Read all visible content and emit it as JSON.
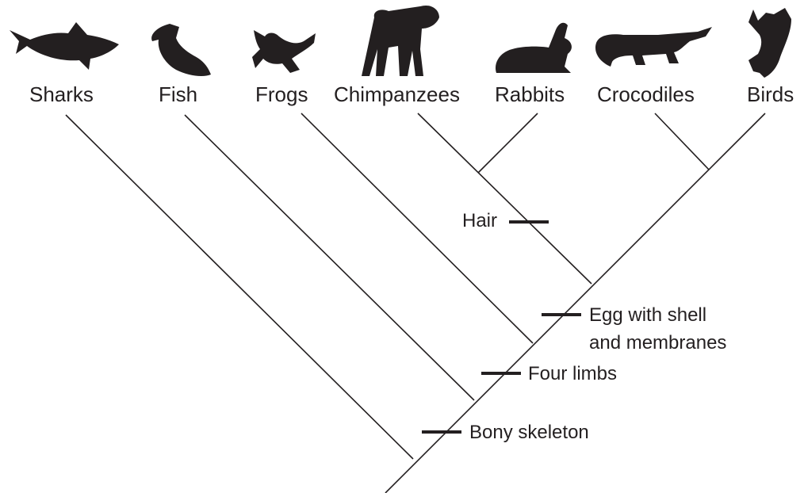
{
  "taxa": [
    {
      "label": "Sharks",
      "icon": "shark-icon"
    },
    {
      "label": "Fish",
      "icon": "fish-icon"
    },
    {
      "label": "Frogs",
      "icon": "frog-icon"
    },
    {
      "label": "Chimpanzees",
      "icon": "chimpanzee-icon"
    },
    {
      "label": "Rabbits",
      "icon": "rabbit-icon"
    },
    {
      "label": "Crocodiles",
      "icon": "crocodile-icon"
    },
    {
      "label": "Birds",
      "icon": "bird-icon"
    }
  ],
  "traits": {
    "bony_skeleton": "Bony skeleton",
    "four_limbs": "Four limbs",
    "egg_line1": "Egg with shell",
    "egg_line2": "and membranes",
    "hair": "Hair"
  },
  "colors": {
    "ink": "#231f20",
    "background": "#ffffff"
  }
}
